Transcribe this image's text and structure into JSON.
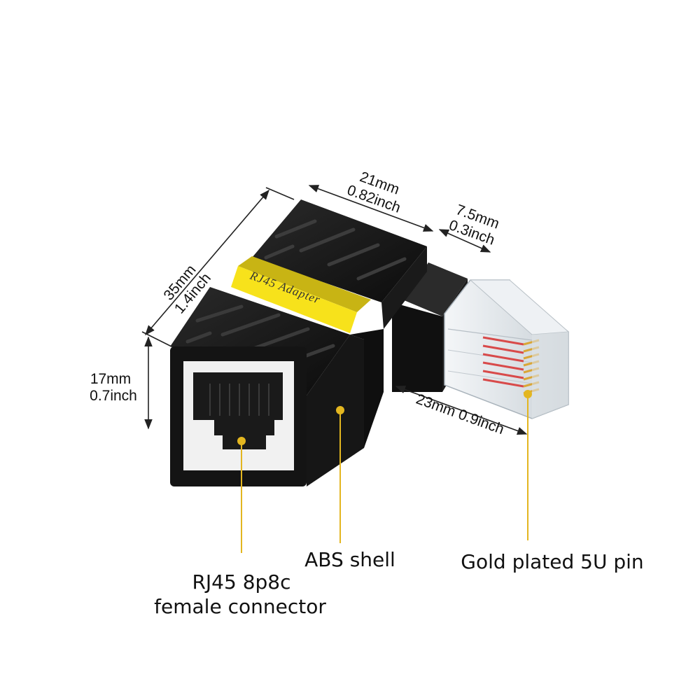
{
  "product": {
    "label_text": "RJ45  Adapter"
  },
  "dimensions": {
    "length": {
      "mm": "35mm",
      "inch": "1.4inch"
    },
    "width": {
      "mm": "21mm",
      "inch": "0.82inch"
    },
    "plug_width": {
      "mm": "7.5mm",
      "inch": "0.3inch"
    },
    "height": {
      "mm": "17mm",
      "inch": "0.7inch"
    },
    "plug_length": {
      "text": "23mm 0.9inch"
    }
  },
  "callouts": {
    "female_connector": {
      "line1": "RJ45 8p8c",
      "line2": "female connector"
    },
    "shell": {
      "text": "ABS shell"
    },
    "pin": {
      "text": "Gold plated 5U pin"
    }
  },
  "colors": {
    "shell": "#141414",
    "label": "#f7e21b",
    "callout_dot": "#e3b620",
    "gold_pin": "#d9a636",
    "dimension_line": "#222222"
  }
}
